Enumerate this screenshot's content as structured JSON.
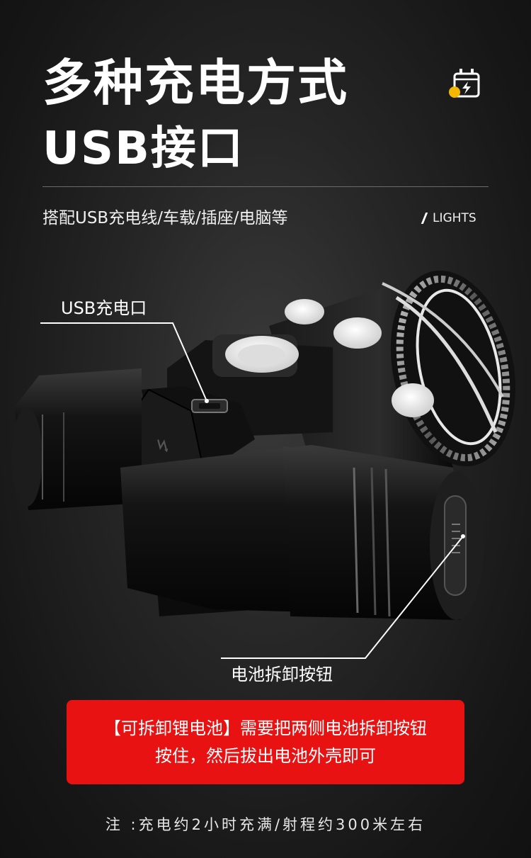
{
  "header": {
    "title_line1": "多种充电方式",
    "title_line2": "USB接口",
    "icon": "battery-charging-icon",
    "accent_color": "#f5b800"
  },
  "subheader": {
    "text": "搭配USB充电线/车载/插座/电脑等",
    "brand": "LIGHTS"
  },
  "callouts": {
    "usb_port": "USB充电口",
    "battery_button": "电池拆卸按钮"
  },
  "notice": {
    "line1": "【可拆卸锂电池】需要把两侧电池拆卸按钮",
    "line2": "按住，然后拔出电池外壳即可",
    "bg_color": "#e81212"
  },
  "footnote": "注 :充电约2小时充满/射程约300米左右"
}
